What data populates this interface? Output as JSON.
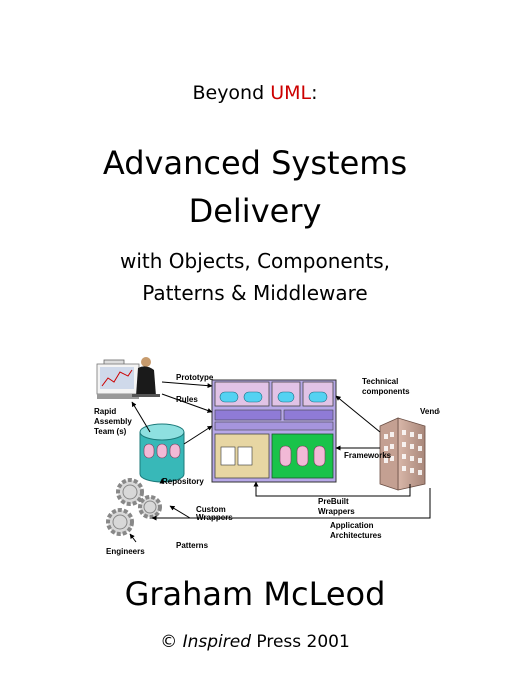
{
  "cover": {
    "pretitle_a": "Beyond ",
    "pretitle_accent": "UML",
    "pretitle_b": ":",
    "title_line1": "Advanced Systems",
    "title_line2": "Delivery",
    "subtitle_line1": "with Objects, Components,",
    "subtitle_line2": "Patterns & Middleware",
    "author": "Graham McLeod",
    "publisher_copy": "© ",
    "publisher_italic": "Inspired",
    "publisher_rest": " Press 2001"
  },
  "diagram": {
    "labels": {
      "prototype": "Prototype",
      "rules": "Rules",
      "rapid1": "Rapid",
      "rapid2": "Assembly",
      "rapid3": "Team (s)",
      "repository": "Repository",
      "custom1": "Custom",
      "custom2": "Wrappers",
      "patterns": "Patterns",
      "engineers": "Engineers",
      "technical1": "Technical",
      "technical2": "components",
      "vendors": "Vendors",
      "frameworks": "Frameworks",
      "prebuilt1": "PreBuilt",
      "prebuilt2": "Wrappers",
      "app1": "Application",
      "app2": "Architectures"
    },
    "colors": {
      "accent_red": "#cc0000",
      "purple": "#b7a8e8",
      "mauve": "#e1c3e6",
      "green": "#19c34a",
      "tan": "#e7d6a3",
      "cyan": "#54d2f2",
      "pink": "#f2b9d6",
      "teal": "#38b8b8"
    }
  }
}
